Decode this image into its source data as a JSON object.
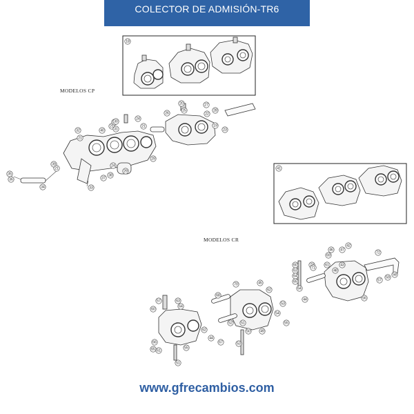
{
  "header": {
    "title": "COLECTOR DE ADMISIÓN-TR6"
  },
  "labels": {
    "cp_models": "MODELOS CP",
    "cr_models": "MODELOS CR"
  },
  "footer": {
    "url": "www.gfrecambios.com"
  },
  "colors": {
    "header_bg": "#2f63a6",
    "url_text": "#2f5fa3"
  },
  "callouts": {
    "box1": [
      "18"
    ],
    "cp": [
      "32",
      "21",
      "40",
      "21",
      "20",
      "24",
      "21",
      "20",
      "25",
      "27",
      "28",
      "22",
      "19",
      "26",
      "23",
      "30",
      "31",
      "29",
      "37",
      "33",
      "34",
      "35",
      "36",
      "39",
      "38",
      "29",
      "21",
      "24"
    ],
    "box2": [
      "41"
    ],
    "cr": [
      "72",
      "42",
      "46",
      "69",
      "47",
      "73",
      "57",
      "59",
      "58",
      "60",
      "63",
      "64",
      "65",
      "71",
      "64",
      "45",
      "62",
      "53",
      "54",
      "55",
      "56",
      "44",
      "61",
      "43",
      "48",
      "49",
      "50",
      "51",
      "52",
      "53",
      "44",
      "66",
      "65",
      "67",
      "68",
      "70",
      "57",
      "63",
      "64",
      "60",
      "62",
      "55",
      "51",
      "61"
    ]
  }
}
